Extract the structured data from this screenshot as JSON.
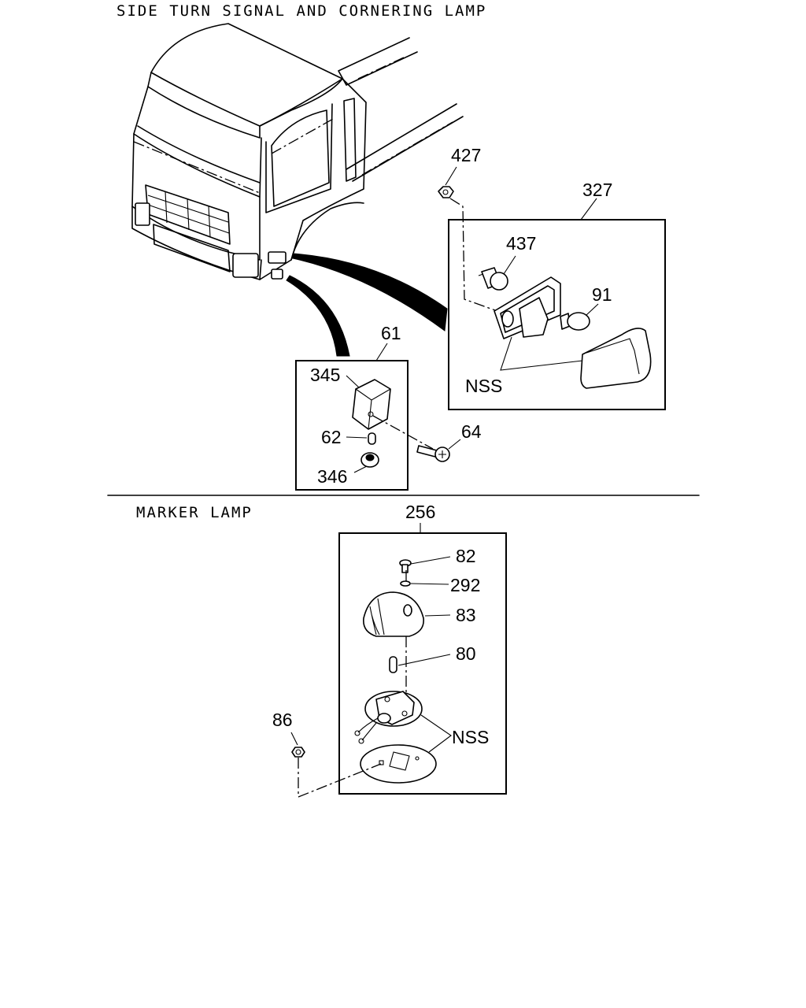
{
  "sections": [
    {
      "title": "SIDE TURN SIGNAL AND CORNERING LAMP"
    },
    {
      "title": "MARKER LAMP"
    }
  ],
  "callouts": {
    "p427": "427",
    "p327": "327",
    "p437": "437",
    "p91": "91",
    "nss_turn": "NSS",
    "p61": "61",
    "p345": "345",
    "p62": "62",
    "p64": "64",
    "p346": "346",
    "p256": "256",
    "p82": "82",
    "p292": "292",
    "p83": "83",
    "p80": "80",
    "p86": "86",
    "nss_marker": "NSS"
  }
}
